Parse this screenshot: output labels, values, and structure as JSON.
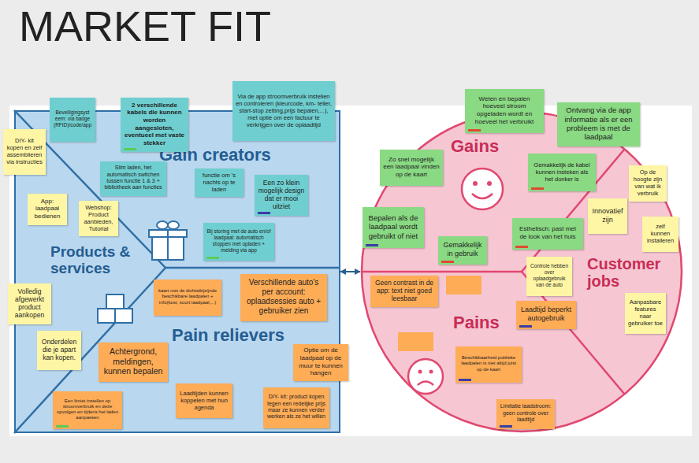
{
  "diagram": {
    "title": "MARKET FIT",
    "nodes": [
      {
        "text": [
          "Gain creators",
          "Products & services",
          "Pain relievers"
        ]
      },
      {
        "text": [
          "Gains",
          "Customer jobs",
          "Pains"
        ]
      },
      {
        "text": [
          "Beveiligingsyst eem: via badge (RFID)/code/app"
        ]
      },
      {
        "text": [
          "2 verschillende kabels die kunnen worden aangesloten, eventueel met vaste stekker"
        ]
      },
      {
        "text": [
          "Via de app stroomverbruik instellen en controleren (kleurcode, km- teller, start-stop zetting,prijs bepalen,...), met optie om een factuur te verkrijgen over de oplaadtijd"
        ]
      },
      {
        "text": [
          "Slim laden, het automatisch switchen tussen functie 1 & 3 + bibliotheek aan functies"
        ]
      },
      {
        "text": [
          "functie om 's nachts op te laden"
        ]
      },
      {
        "text": [
          "Een zo klein mogelijk design dat er mooi uitziet"
        ]
      },
      {
        "text": [
          "Bij storing met de auto en/of laadpaal: automatisch stoppen met opladen + melding via app"
        ]
      },
      {
        "text": [
          "DIY- kit kopen en zelf assemblieren via instructies"
        ]
      },
      {
        "text": [
          "App: laadpaal bedienen"
        ]
      },
      {
        "text": [
          "Webshop: Product aanbieden, Tutorial"
        ]
      },
      {
        "text": [
          "Volledig afgewerkt product aankopen"
        ]
      },
      {
        "text": [
          "Onderdelen die je apart kan kopen."
        ]
      },
      {
        "text": [
          "kaart met de dichtstbijzijnde beschikbare laadpalen + info(kost, soort laadpaal,...)"
        ]
      },
      {
        "text": [
          "Verschillende auto's per account: oplaadsessies auto + gebruiker zien"
        ]
      },
      {
        "text": [
          "Achtergrond, meldingen, kunnen bepalen"
        ]
      },
      {
        "text": [
          "Optie om de laadpaal op de muur te kunnen hangen"
        ]
      },
      {
        "text": [
          "Een limiet instellen op stroomverbruik en deze opvolgen en tijdens het laden aanpassen"
        ]
      },
      {
        "text": [
          "Laadtijden kunnen koppelen met hun agenda"
        ]
      },
      {
        "text": [
          "DIY- kit: product kopen tegen een redelijke prijs maar ze kunnen verder werken als ze het willen"
        ]
      },
      {
        "text": [
          "Weten en bepalen hoeveel stroom opgeladen wordt en hoeveel het verbruikt"
        ]
      },
      {
        "text": [
          "Ontvang via de app informatie als er een probleem is met de laadpaal"
        ]
      },
      {
        "text": [
          "Zo snel mogelijk een laadpaal vinden op de kaart"
        ]
      },
      {
        "text": [
          "Gemakkelijk de kabel kunnen insteken als het donker is"
        ]
      },
      {
        "text": [
          "Bepalen als de laadpaal wordt gebruikt of niet"
        ]
      },
      {
        "text": [
          "Gemakkelijk in gebruik"
        ]
      },
      {
        "text": [
          "Esthetisch: past met de look van het huis"
        ]
      },
      {
        "text": [
          "Op de hoogte zijn van wat ik verbruik"
        ]
      },
      {
        "text": [
          "Innovatief zijn"
        ]
      },
      {
        "text": [
          "zelf kunnen installeren"
        ]
      },
      {
        "text": [
          "Controle hebben over oplaadgebruik van de auto"
        ]
      },
      {
        "text": [
          "Aanpasbare features naar gebruiker toe"
        ]
      },
      {
        "text": [
          "Geen contrast in de app: text niet goed leesbaar"
        ]
      },
      {
        "text": [
          "Laadtijd beperkt autogebruik"
        ]
      },
      {
        "text": [
          "Beschikbaarheid publieke laadpalen is niet altijd juist op de kaart"
        ]
      },
      {
        "text": [
          "Limitatie laadstroom: geen controle over laadtijd"
        ]
      }
    ],
    "edges": [
      {
        "from": 0,
        "to": 1,
        "arrow": "both"
      }
    ]
  }
}
